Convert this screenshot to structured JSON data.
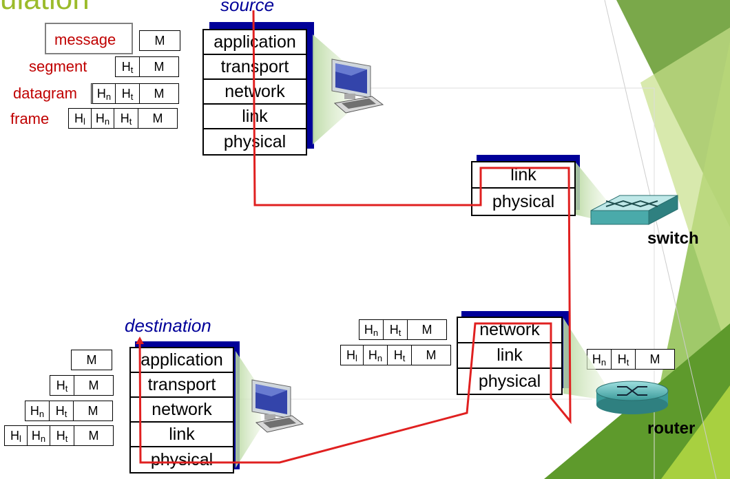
{
  "title": "ulation",
  "legend": {
    "message_label": "message",
    "segment_label": "segment",
    "datagram_label": "datagram",
    "frame_label": "frame"
  },
  "headers": {
    "H": "H",
    "t": "t",
    "n": "n",
    "l": "l",
    "M": "M"
  },
  "source": {
    "label": "source",
    "layers": [
      "application",
      "transport",
      "network",
      "link",
      "physical"
    ]
  },
  "switch": {
    "label": "switch",
    "layers": [
      "link",
      "physical"
    ]
  },
  "router": {
    "label": "router",
    "layers": [
      "network",
      "link",
      "physical"
    ]
  },
  "destination": {
    "label": "destination",
    "layers": [
      "application",
      "transport",
      "network",
      "link",
      "physical"
    ]
  },
  "colors": {
    "path": "#e02020",
    "stack_shadow": "#000099",
    "green_accent": "#6aa12e",
    "title": "#9bbb2b"
  },
  "icons": [
    "computer-icon-source",
    "computer-icon-destination",
    "switch-icon",
    "router-icon"
  ]
}
